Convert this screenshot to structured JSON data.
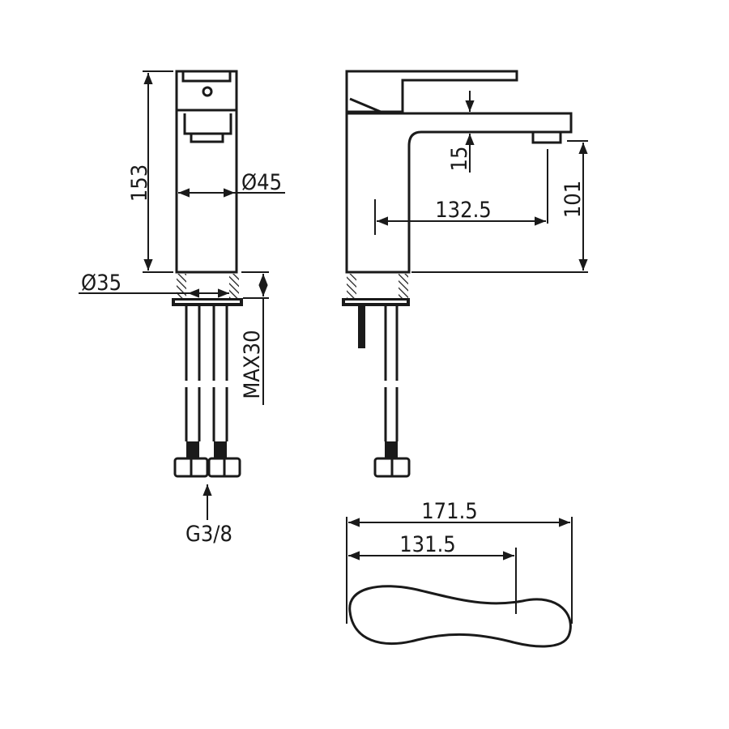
{
  "drawing": {
    "front_view": {
      "height_label": "153",
      "body_diameter_label": "Ø45",
      "base_diameter_label": "Ø35",
      "max_thickness_label": "MAX30",
      "thread_label": "G3/8"
    },
    "side_view": {
      "spout_thickness_label": "15",
      "spout_reach_label": "132.5",
      "spout_height_label": "101"
    },
    "top_view": {
      "overall_length_label": "171.5",
      "handle_length_label": "131.5"
    },
    "line_color": "#1a1a1a"
  }
}
